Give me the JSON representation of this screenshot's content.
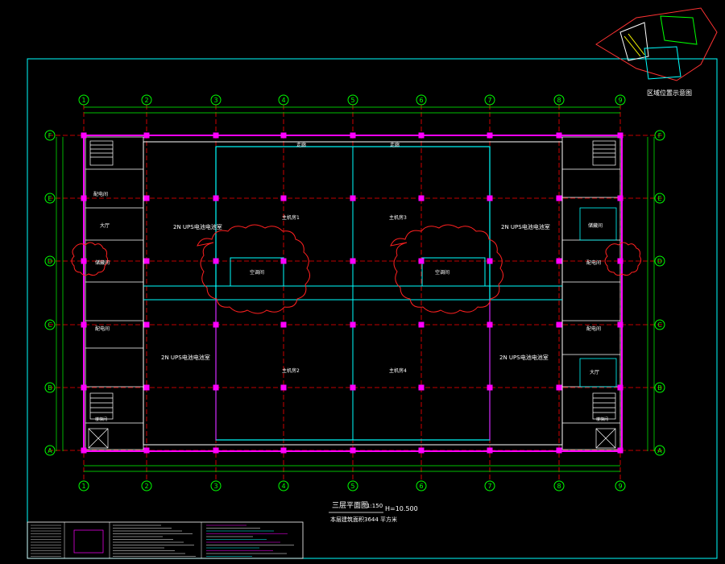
{
  "drawing": {
    "title": "三层平面图",
    "scale": "1:150",
    "elevation": "H=10.500",
    "subtitle": "本层建筑面积3644  平方米",
    "keymap_label": "区域位置示意图"
  },
  "grid": {
    "columns": [
      "1",
      "2",
      "3",
      "4",
      "5",
      "6",
      "7",
      "8",
      "9"
    ],
    "rows": [
      "A",
      "B",
      "C",
      "D",
      "E",
      "F"
    ]
  },
  "rooms": {
    "ups_top_left": "2N UPS电池电池室",
    "ups_bottom_left": "2N UPS电池电池室",
    "ups_top_right": "2N UPS电池电池室",
    "ups_bottom_right": "2N UPS电池电池室",
    "main_room_1": "主机房1",
    "main_room_2": "主机房2",
    "main_room_3": "主机房3",
    "main_room_4": "主机房4",
    "corridor_top_left": "走廊",
    "corridor_top_right": "走廊",
    "aircon_left": "空调间",
    "aircon_right": "空调间",
    "elec_left_1": "配电间",
    "elec_left_2": "配电间",
    "elec_right_1": "配电间",
    "elec_right_2": "配电间",
    "storage_left": "储藏间",
    "storage_right": "储藏间",
    "stair_left": "楼梯间",
    "stair_right": "楼梯间",
    "hall_left": "大厅",
    "hall_right": "大厅"
  },
  "colors": {
    "grid_axis": "#ff0000",
    "wall": "#ff00ff",
    "frame": "#00ffff",
    "bubble": "#00ff00",
    "text": "#ffffff",
    "cloud": "#ff0000"
  }
}
